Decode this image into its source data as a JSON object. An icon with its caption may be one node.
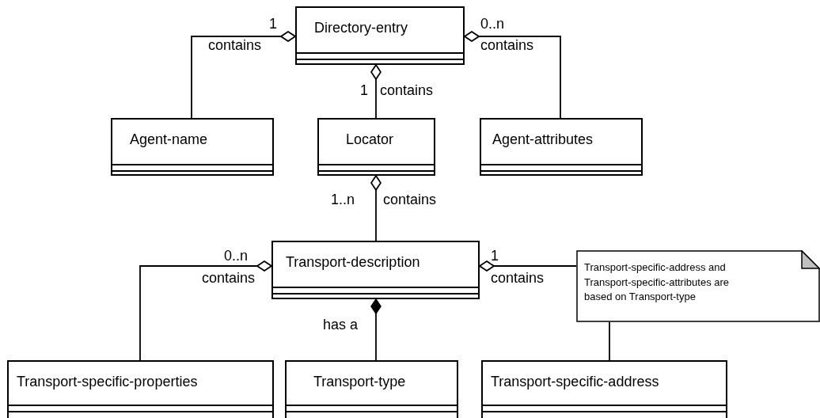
{
  "diagram": {
    "nodes": [
      {
        "text": [
          "Directory-entry"
        ]
      },
      {
        "text": [
          "Agent-name"
        ]
      },
      {
        "text": [
          "Locator"
        ]
      },
      {
        "text": [
          "Agent-attributes"
        ]
      },
      {
        "text": [
          "Transport-description"
        ]
      },
      {
        "text": [
          "Transport-specific-address and Transport-specific-attributes are based on Transport-type"
        ]
      },
      {
        "text": [
          "Transport-specific-properties"
        ]
      },
      {
        "text": [
          "Transport-type"
        ]
      },
      {
        "text": [
          "Transport-specific-address"
        ]
      }
    ],
    "edges": [
      {
        "from": 0,
        "to": 1,
        "arrow": "other",
        "label": "contains"
      },
      {
        "from": 0,
        "to": 3,
        "arrow": "other",
        "label": "contains"
      },
      {
        "from": 0,
        "to": 2,
        "arrow": "other",
        "label": "contains"
      },
      {
        "from": 2,
        "to": 4,
        "arrow": "other",
        "label": "contains"
      },
      {
        "from": 4,
        "to": 6,
        "arrow": "other",
        "label": "contains"
      },
      {
        "from": 4,
        "to": 5,
        "arrow": "other",
        "label": "contains"
      },
      {
        "from": 4,
        "to": 7,
        "arrow": "other",
        "label": "has a"
      },
      {
        "from": 5,
        "to": 8,
        "arrow": "none"
      }
    ],
    "labels": [
      "1",
      "0..n",
      "1",
      "1..n",
      "0..n",
      "1"
    ]
  }
}
